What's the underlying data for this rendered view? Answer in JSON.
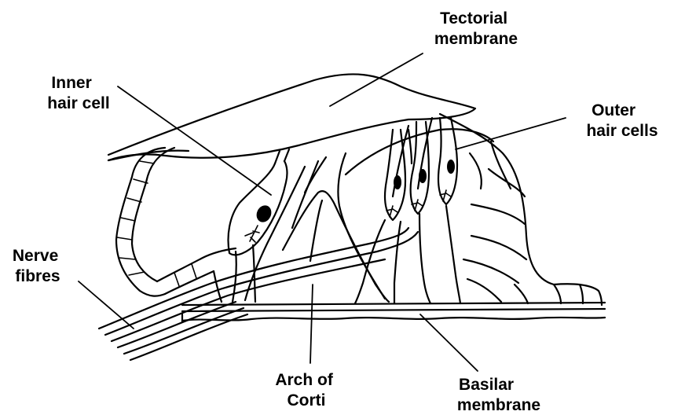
{
  "labels": {
    "tectorial": [
      "Tectorial",
      "membrane"
    ],
    "inner_hair_cell": [
      "Inner",
      "hair cell"
    ],
    "outer_hair_cells": [
      "Outer",
      "hair cells"
    ],
    "nerve_fibres": [
      "Nerve",
      "fibres"
    ],
    "arch_of_corti": [
      "Arch of",
      "Corti"
    ],
    "basilar": [
      "Basilar",
      "membrane"
    ]
  }
}
